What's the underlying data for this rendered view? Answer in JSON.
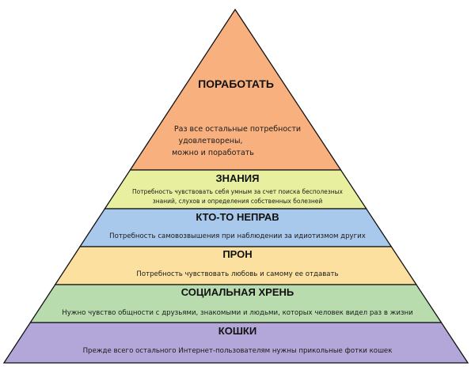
{
  "pyramid": {
    "levels": [
      {
        "title": "ПОРАБОТАТЬ",
        "lines": [
          "Раз все остальные потребности",
          "удовлетворены,",
          "можно и поработать"
        ],
        "color": "#f9b07f"
      },
      {
        "title": "ЗНАНИЯ",
        "lines": [
          "Потребность чувствовать себя умным за счет поиска бесполезных",
          "знаний, слухов и определения собственных болезней"
        ],
        "color": "#e8f0a0"
      },
      {
        "title": "КТО-ТО НЕПРАВ",
        "lines": [
          "Потребность самовозвышения при наблюдении за идиотизмом других"
        ],
        "color": "#a9c9ec"
      },
      {
        "title": "ПРОН",
        "lines": [
          "Потребность чувствовать любовь и самому ее отдавать"
        ],
        "color": "#fbe0a0"
      },
      {
        "title": "СОЦИАЛЬНАЯ ХРЕНЬ",
        "lines": [
          "Нужно чувство общности с друзьями, знакомыми и людьми, которых человек видел раз в жизни"
        ],
        "color": "#b8dcae"
      },
      {
        "title": "КОШКИ",
        "lines": [
          "Прежде всего остального Интернет-пользователям нужны прикольные фотки кошек"
        ],
        "color": "#b3a6d8"
      }
    ]
  }
}
